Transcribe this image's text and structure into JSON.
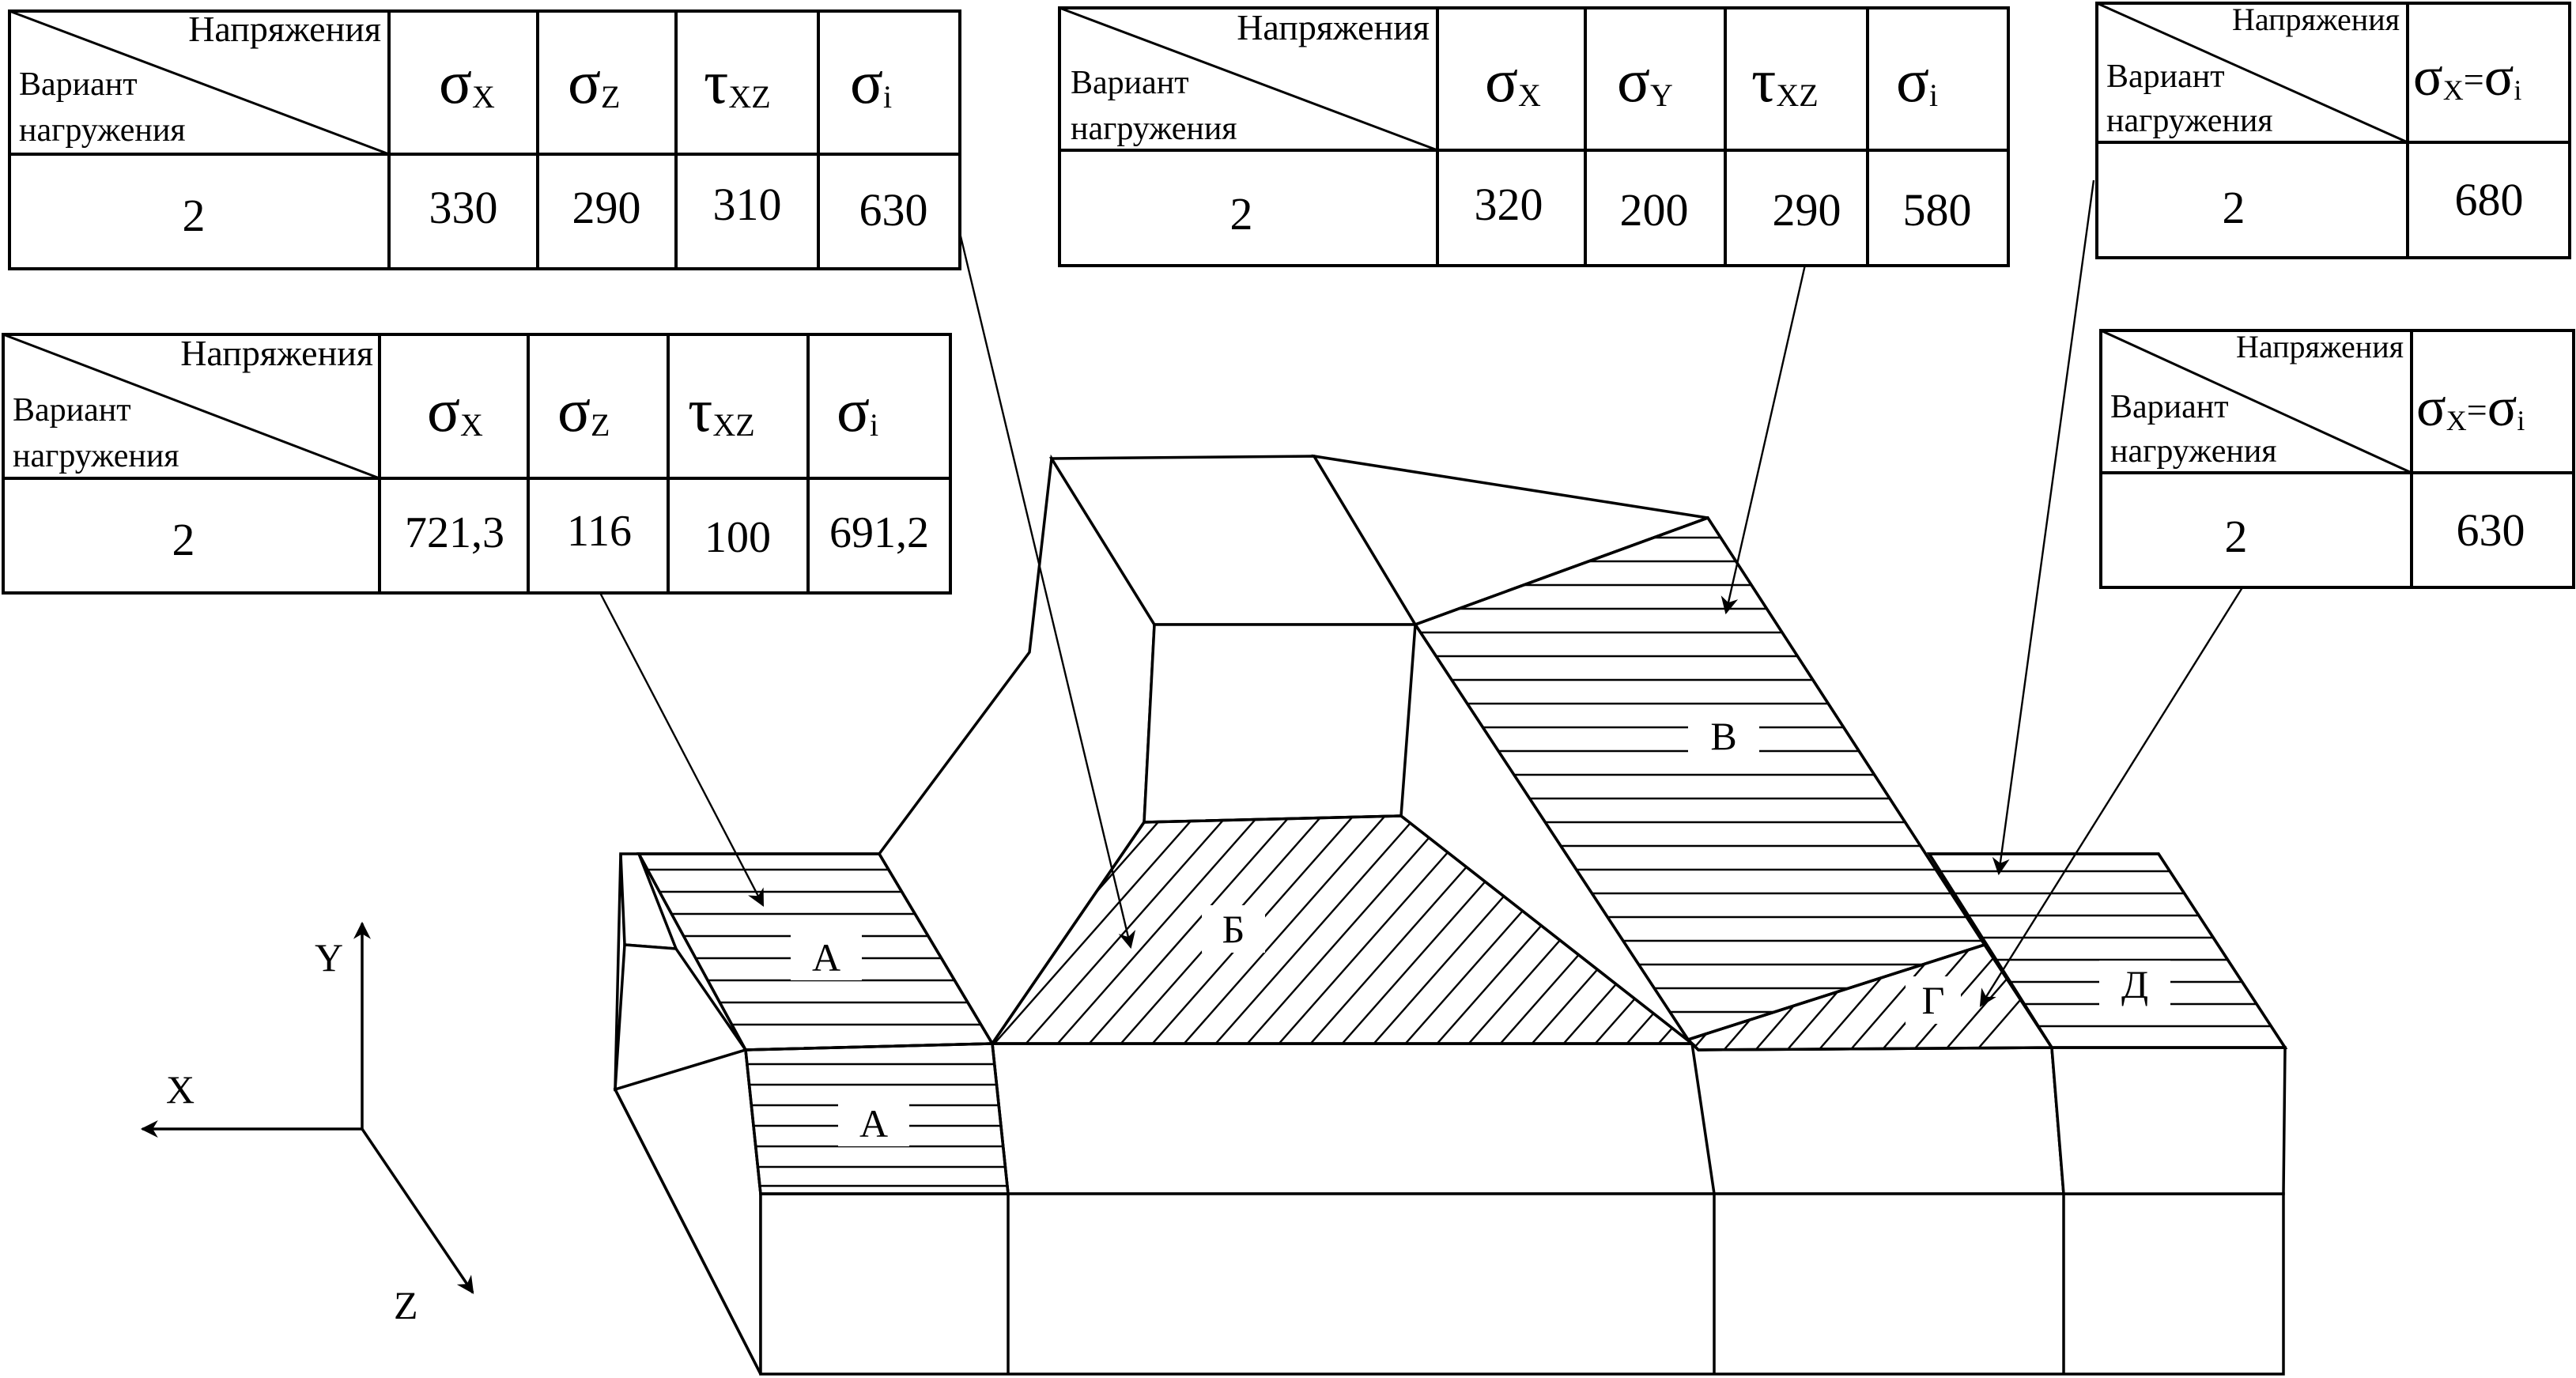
{
  "zone_labels": {
    "A_top": "А",
    "A_front": "А",
    "B": "Б",
    "V": "В",
    "G": "Г",
    "D": "Д"
  },
  "axes": {
    "x": "X",
    "y": "Y",
    "z": "Z"
  },
  "tables": [
    {
      "name": "table-zone-a",
      "header_top": "Напряжения",
      "header_bottom_line1": "Вариант",
      "header_bottom_line2": "нагружения",
      "columns": [
        {
          "sym": "σ",
          "sub": "X"
        },
        {
          "sym": "σ",
          "sub": "Z"
        },
        {
          "sym": "τ",
          "sub": "XZ"
        },
        {
          "sym": "σ",
          "sub": "i"
        }
      ],
      "row": {
        "variant": "2",
        "values": [
          "721,3",
          "116",
          "100",
          "691,2"
        ]
      }
    },
    {
      "name": "table-zone-b",
      "header_top": "Напряжения",
      "header_bottom_line1": "Вариант",
      "header_bottom_line2": "нагружения",
      "columns": [
        {
          "sym": "σ",
          "sub": "X"
        },
        {
          "sym": "σ",
          "sub": "Z"
        },
        {
          "sym": "τ",
          "sub": "XZ"
        },
        {
          "sym": "σ",
          "sub": "i"
        }
      ],
      "row": {
        "variant": "2",
        "values": [
          "330",
          "290",
          "310",
          "630"
        ]
      }
    },
    {
      "name": "table-zone-v",
      "header_top": "Напряжения",
      "header_bottom_line1": "Вариант",
      "header_bottom_line2": "нагружения",
      "columns": [
        {
          "sym": "σ",
          "sub": "X"
        },
        {
          "sym": "σ",
          "sub": "Y"
        },
        {
          "sym": "τ",
          "sub": "XZ"
        },
        {
          "sym": "σ",
          "sub": "i"
        }
      ],
      "row": {
        "variant": "2",
        "values": [
          "320",
          "200",
          "290",
          "580"
        ]
      }
    },
    {
      "name": "table-zone-d",
      "header_top": "Напряжения",
      "header_bottom_line1": "Вариант",
      "header_bottom_line2": "нагружения",
      "columns": [
        {
          "sym": "σ",
          "sub": "X",
          "eq": "=",
          "sym2": "σ",
          "sub2": "i"
        }
      ],
      "row": {
        "variant": "2",
        "values": [
          "680"
        ]
      }
    },
    {
      "name": "table-zone-g",
      "header_top": "Напряжения",
      "header_bottom_line1": "Вариант",
      "header_bottom_line2": "нагружения",
      "columns": [
        {
          "sym": "σ",
          "sub": "X",
          "eq": "=",
          "sym2": "σ",
          "sub2": "i"
        }
      ],
      "row": {
        "variant": "2",
        "values": [
          "630"
        ]
      }
    }
  ]
}
